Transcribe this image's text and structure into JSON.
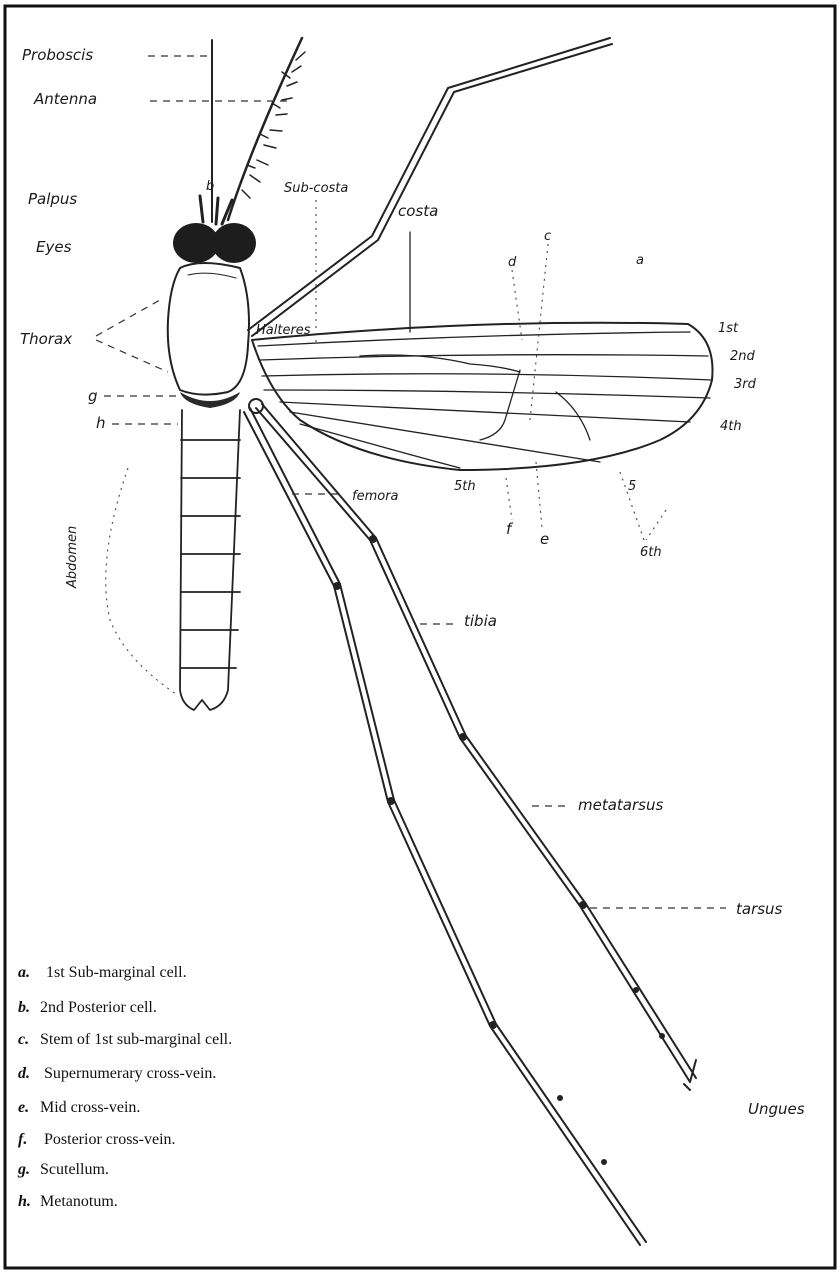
{
  "labels": {
    "proboscis": "Proboscis",
    "antenna": "Antenna",
    "palpus": "Palpus",
    "eyes": "Eyes",
    "thorax": "Thorax",
    "abdomen": "Abdomen",
    "g": "g",
    "h": "h",
    "halteres": "Halteres",
    "sub_costa": "Sub-costa",
    "costa": "costa",
    "femora": "femora",
    "tibia": "tibia",
    "metatarsus": "metatarsus",
    "tarsus": "tarsus",
    "ungues": "Ungues",
    "vein_1st": "1st",
    "vein_2nd": "2nd",
    "vein_3rd": "3rd",
    "vein_4th": "4th",
    "vein_5th": "5th",
    "vein_6th": "6th",
    "vein_5_label": "5",
    "letter_a": "a",
    "letter_b": "b",
    "letter_c": "c",
    "letter_d": "d",
    "letter_e": "e",
    "letter_f": "f",
    "letter_b_sm": "b"
  },
  "legend": [
    {
      "letter": "a.",
      "text": "1st Sub-marginal cell."
    },
    {
      "letter": "b.",
      "text": "2nd Posterior cell."
    },
    {
      "letter": "c.",
      "text": "Stem of 1st sub-marginal cell."
    },
    {
      "letter": "d.",
      "text": "Supernumerary cross-vein."
    },
    {
      "letter": "e.",
      "text": "Mid cross-vein."
    },
    {
      "letter": "f.",
      "text": "Posterior cross-vein."
    },
    {
      "letter": "g.",
      "text": "Scutellum."
    },
    {
      "letter": "h.",
      "text": "Metanotum."
    }
  ]
}
